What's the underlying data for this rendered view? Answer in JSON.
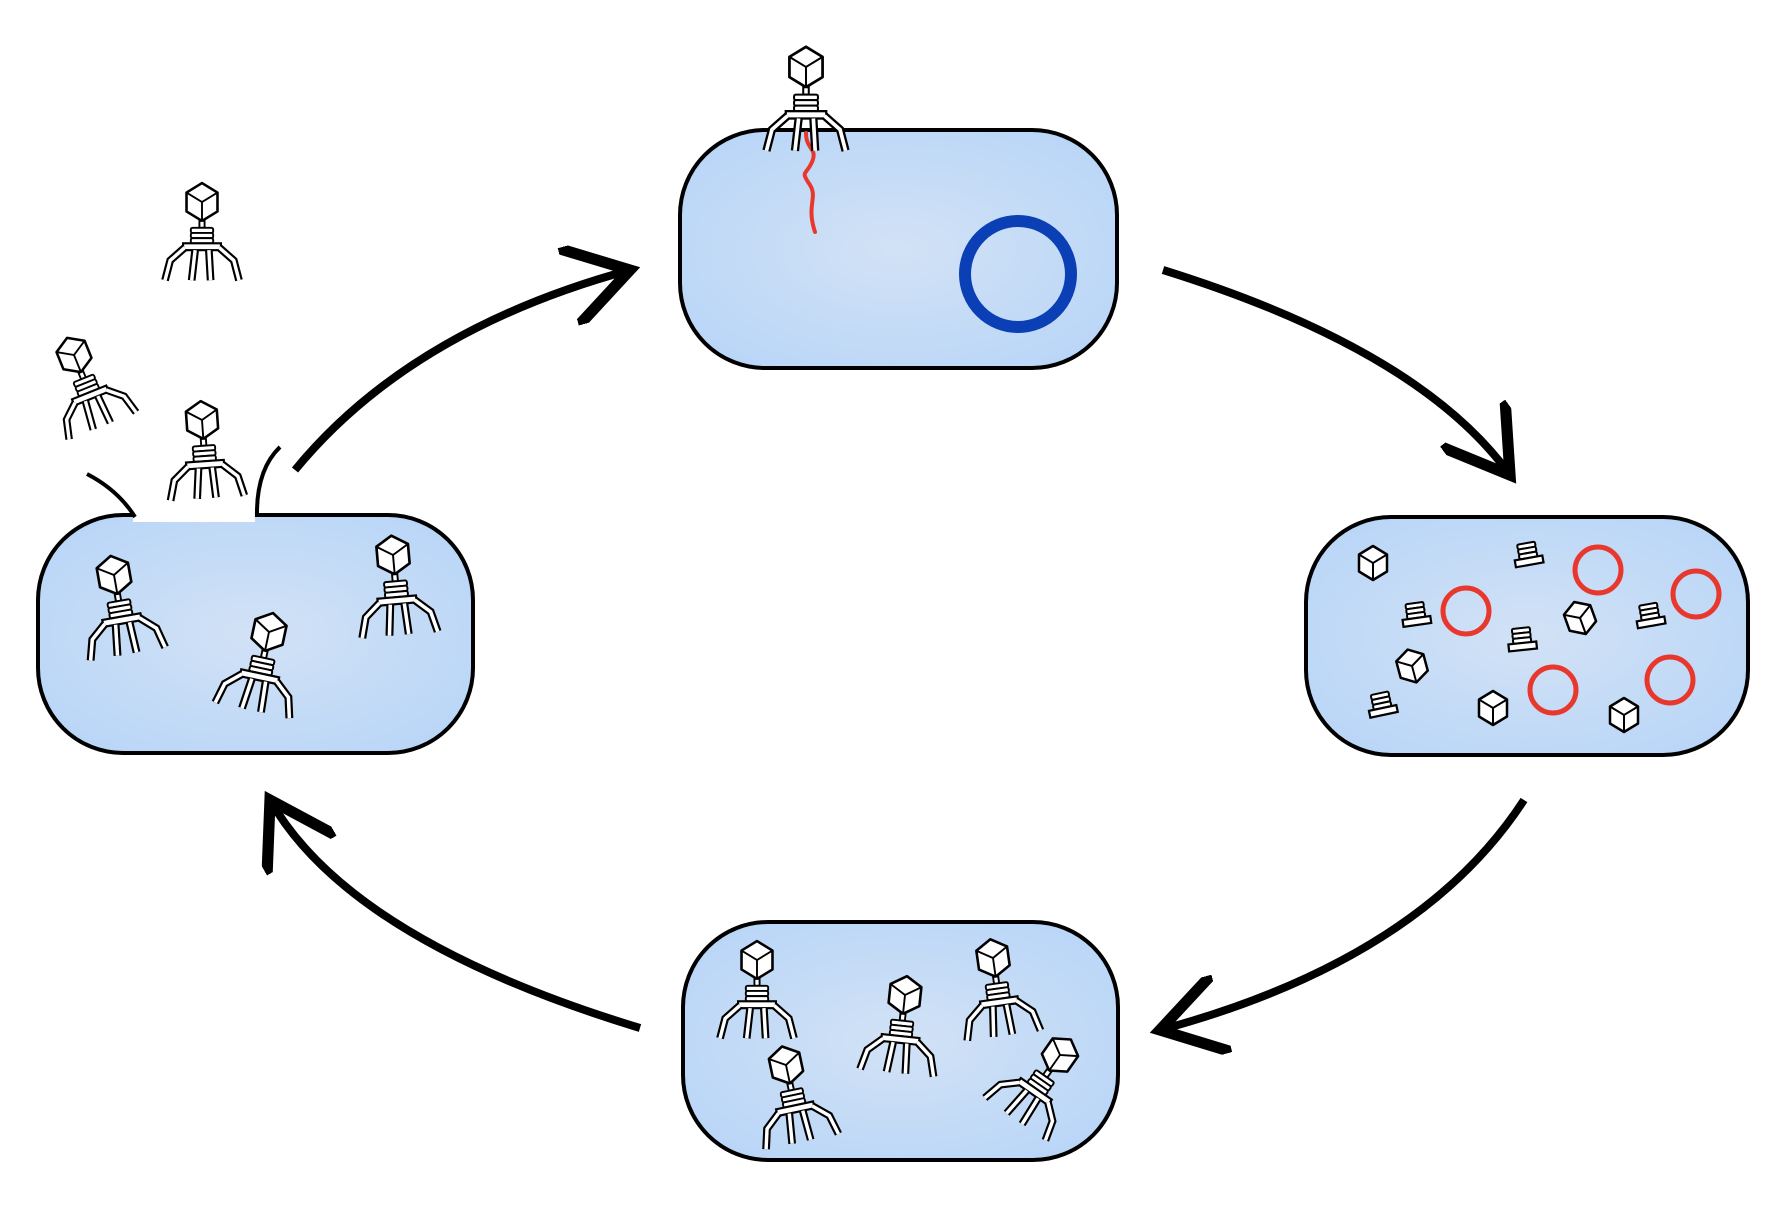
{
  "diagram": {
    "type": "cycle",
    "stages": [
      {
        "id": "attachment",
        "elements": [
          "bacterial-cell",
          "phage",
          "viral-dna",
          "bacterial-chromosome"
        ]
      },
      {
        "id": "replication",
        "elements": [
          "bacterial-cell",
          "phage-heads",
          "phage-tails",
          "viral-dna-circles"
        ]
      },
      {
        "id": "assembly",
        "elements": [
          "bacterial-cell",
          "assembled-phages"
        ]
      },
      {
        "id": "lysis",
        "elements": [
          "ruptured-bacterial-cell",
          "phages",
          "released-phages"
        ]
      }
    ],
    "colors": {
      "cell_fill": "#bcd6f5",
      "cell_fill_center": "#cfe1f7",
      "outline": "#000000",
      "chromosome": "#0a3fb5",
      "viral_dna": "#e8382e"
    }
  }
}
